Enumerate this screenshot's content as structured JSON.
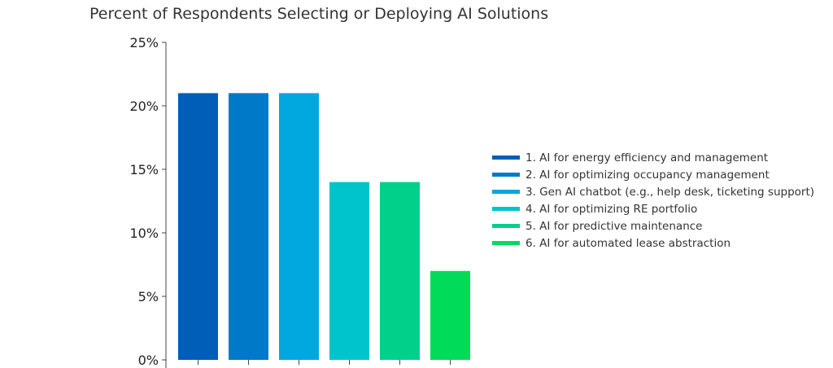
{
  "chart_data": {
    "type": "bar",
    "title": "Percent of Respondents Selecting or Deploying AI Solutions",
    "xlabel": "",
    "ylabel": "",
    "ylim": [
      0,
      25
    ],
    "yticks": [
      0,
      5,
      10,
      15,
      20,
      25
    ],
    "ytick_labels": [
      "0%",
      "5%",
      "10%",
      "15%",
      "20%",
      "25%"
    ],
    "grid": false,
    "legend_position": "right",
    "categories": [
      "1. AI for energy efficiency and management",
      "2. AI for optimizing occupancy management",
      "3. Gen AI chatbot (e.g., help desk, ticketing support)",
      "4. AI for optimizing RE portfolio",
      "5. AI for predictive maintenance",
      "6. AI for automated lease abstraction"
    ],
    "values": [
      21,
      21,
      21,
      14,
      14,
      7
    ],
    "colors": [
      "#005eb8",
      "#0079c8",
      "#00a8e0",
      "#00c4cc",
      "#00d08a",
      "#00dc5a"
    ]
  }
}
